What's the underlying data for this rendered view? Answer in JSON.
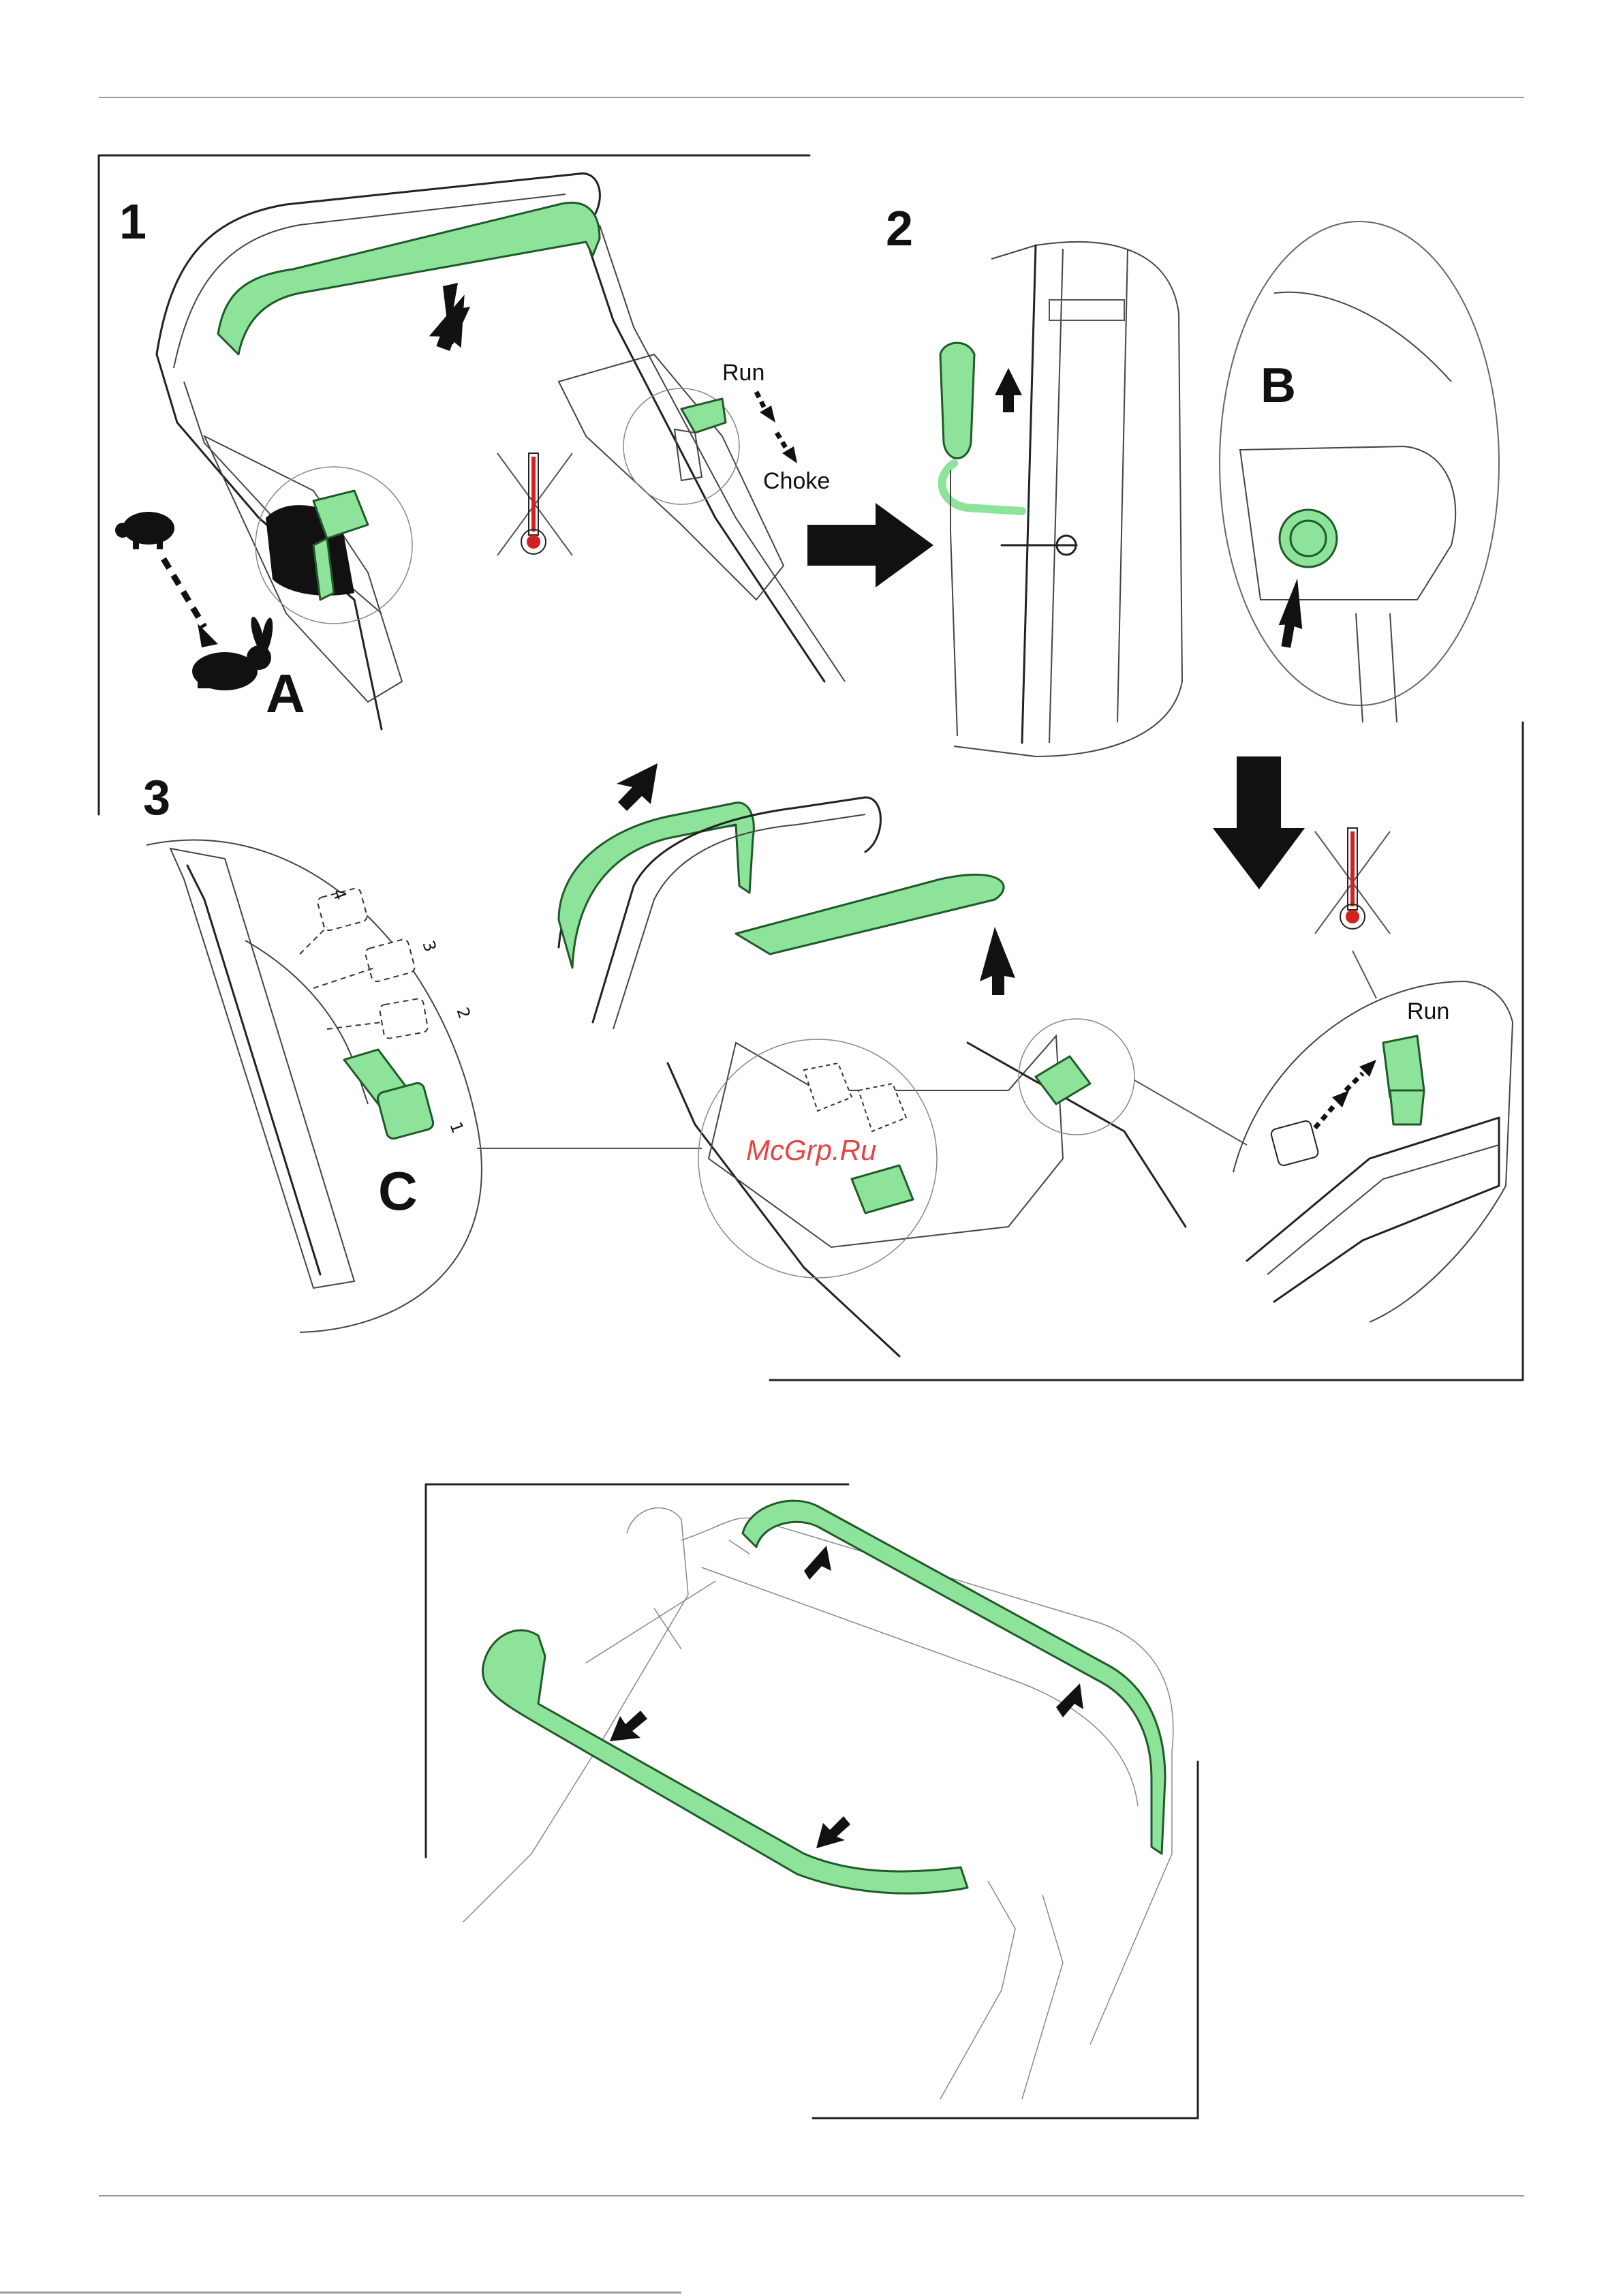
{
  "steps": {
    "s1": "1",
    "s2": "2",
    "s3": "3"
  },
  "callouts": {
    "A": "A",
    "B": "B",
    "C": "C"
  },
  "labels": {
    "run_top": "Run",
    "choke": "Choke",
    "run_right": "Run"
  },
  "lever_positions": [
    "1",
    "2",
    "3",
    "4"
  ],
  "watermark": "McGrp.Ru",
  "colors": {
    "highlight_green": "#8ee39a",
    "temp_red": "#d62020",
    "ink": "#111111"
  },
  "icons": [
    "turtle-icon",
    "rabbit-icon",
    "thermometer-crossed-icon",
    "arrow-icon"
  ]
}
